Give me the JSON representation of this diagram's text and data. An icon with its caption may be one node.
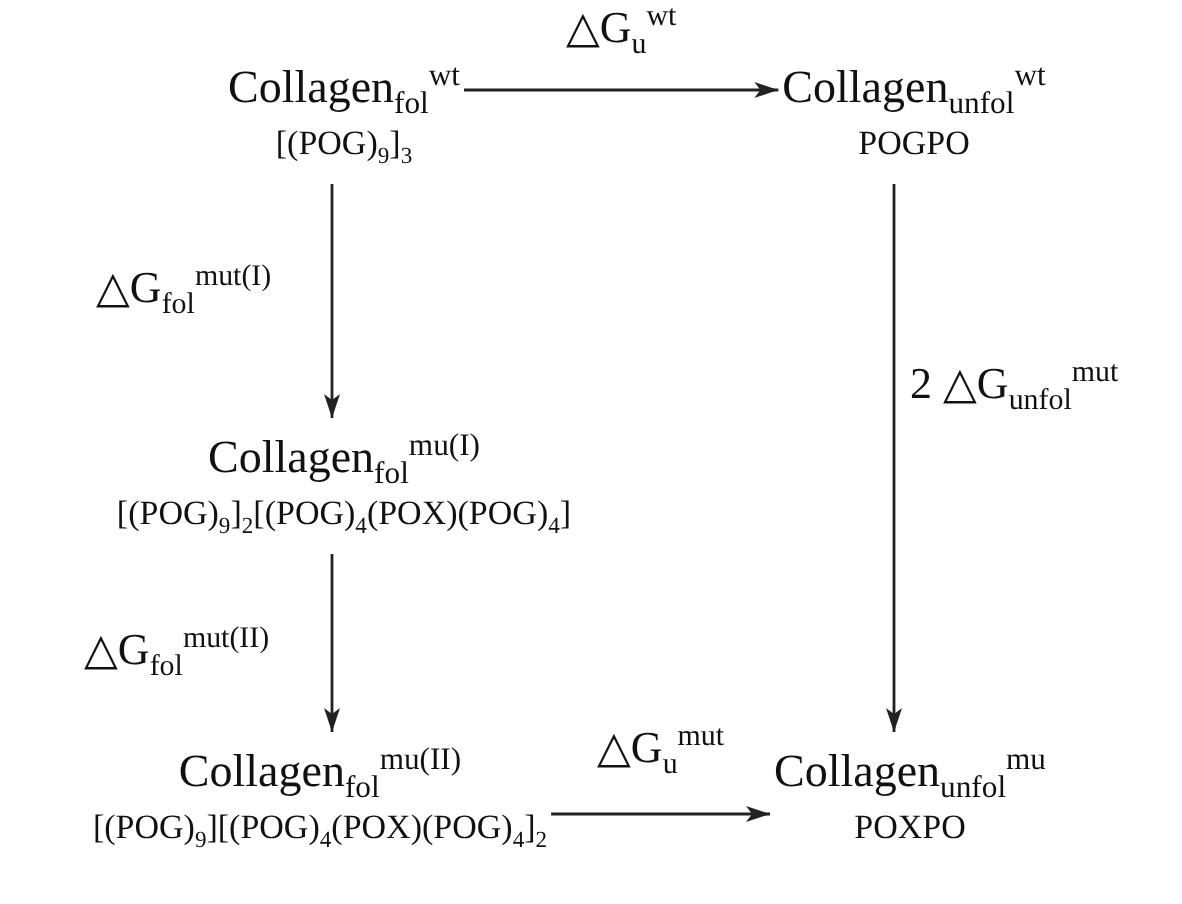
{
  "diagram": {
    "nodes": [
      {
        "text": [
          "Collagen$_{fol}$$^{wt}$",
          "[(POG)$_{9}$]$_{3}$"
        ]
      },
      {
        "text": [
          "Collagen$_{unfol}$$^{wt}$",
          "POGPO"
        ]
      },
      {
        "text": [
          "Collagen$_{fol}$$^{mu(I)}$",
          "[(POG)$_{9}$]$_{2}$[(POG)$_{4}$(POX)(POG)$_{4}$]"
        ]
      },
      {
        "text": [
          "Collagen$_{fol}$$^{mu(II)}$",
          "[(POG)$_{9}$][(POG)$_{4}$(POX)(POG)$_{4}$]$_{2}$"
        ]
      },
      {
        "text": [
          "Collagen$_{unfol}$$^{mu}$",
          "POXPO"
        ]
      }
    ],
    "edges": [
      {
        "from": 0,
        "to": 1,
        "arrow": "to",
        "label": "△G$_{u}$$^{wt}$"
      },
      {
        "from": 0,
        "to": 2,
        "arrow": "to",
        "label": "△G$_{fol}$$^{mut(I)}$"
      },
      {
        "from": 2,
        "to": 3,
        "arrow": "to",
        "label": "△G$_{fol}$$^{mut(II)}$"
      },
      {
        "from": 1,
        "to": 4,
        "arrow": "to",
        "label": "2 △G$_{unfol}$$^{mut}$"
      },
      {
        "from": 3,
        "to": 4,
        "arrow": "to",
        "label": "△G$_{u}$$^{mut}$"
      }
    ]
  }
}
